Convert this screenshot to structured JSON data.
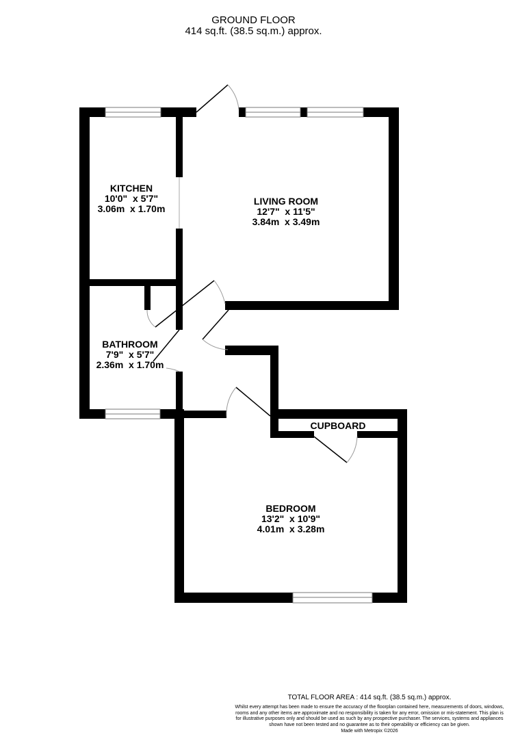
{
  "header": {
    "floor_name": "GROUND FLOOR",
    "floor_area": "414 sq.ft. (38.5 sq.m.) approx."
  },
  "rooms": [
    {
      "name": "KITCHEN",
      "imperial": "10'0\"  x 5'7\"",
      "metric": "3.06m  x 1.70m"
    },
    {
      "name": "LIVING ROOM",
      "imperial": "12'7\"  x 11'5\"",
      "metric": "3.84m  x 3.49m"
    },
    {
      "name": "BATHROOM",
      "imperial": "7'9\"  x 5'7\"",
      "metric": "2.36m  x 1.70m"
    },
    {
      "name": "BEDROOM",
      "imperial": "13'2\"  x 10'9\"",
      "metric": "4.01m  x 3.28m"
    },
    {
      "name": "CUPBOARD"
    }
  ],
  "footer": {
    "total_floor_area": "TOTAL FLOOR AREA : 414 sq.ft. (38.5 sq.m.) approx.",
    "disclaimer": "Whilst every attempt has been made to ensure the accuracy of the floorplan contained here, measurements of doors, windows, rooms and any other items are approximate and no responsibility is taken for any error, omission or mis-statement. This plan is for illustrative purposes only and should be used as such by any prospective purchaser. The services, systems and appliances shown have not been tested and no guarantee as to their operability or efficiency can be given.",
    "made_with": "Made with Metropix ©2026"
  },
  "colors": {
    "wall": "#000000",
    "window": "#888888",
    "door_arc": "#999999",
    "background": "#ffffff"
  }
}
